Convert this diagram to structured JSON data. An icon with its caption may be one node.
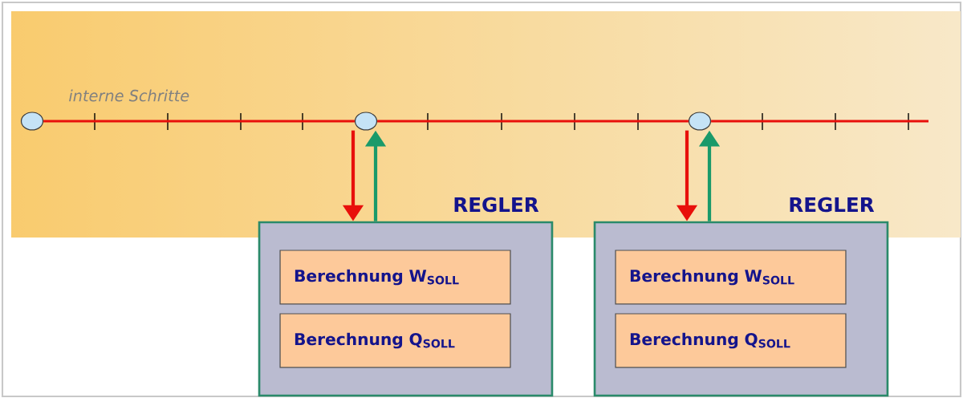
{
  "diagram": {
    "nodes": [
      {
        "text": [],
        "shape": "circle"
      },
      {
        "text": [],
        "shape": "circle"
      },
      {
        "text": [],
        "shape": "circle"
      },
      {
        "text": [
          "REGLER"
        ]
      },
      {
        "text": [
          "Berechnung W$_{SOLL}$"
        ],
        "in": 3
      },
      {
        "text": [
          "Berechnung Q$_{SOLL}$"
        ],
        "in": 3
      },
      {
        "text": [
          "REGLER"
        ]
      },
      {
        "text": [
          "Berechnung W$_{SOLL}$"
        ],
        "in": 6
      },
      {
        "text": [
          "Berechnung Q$_{SOLL}$"
        ],
        "in": 6
      }
    ],
    "edges": [
      {
        "from": 0,
        "to": 1,
        "arrow": "none"
      },
      {
        "from": 1,
        "to": 2,
        "arrow": "none"
      },
      {
        "from": 2,
        "to": null,
        "arrow": "none"
      },
      {
        "from": 1,
        "to": 3,
        "arrow": "to"
      },
      {
        "from": 3,
        "to": 1,
        "arrow": "to",
        "color": "#1a9a6a"
      },
      {
        "from": 2,
        "to": 6,
        "arrow": "to"
      },
      {
        "from": 6,
        "to": 2,
        "arrow": "to",
        "color": "#1a9a6a"
      }
    ],
    "labels": [
      "interne Schritte"
    ]
  }
}
